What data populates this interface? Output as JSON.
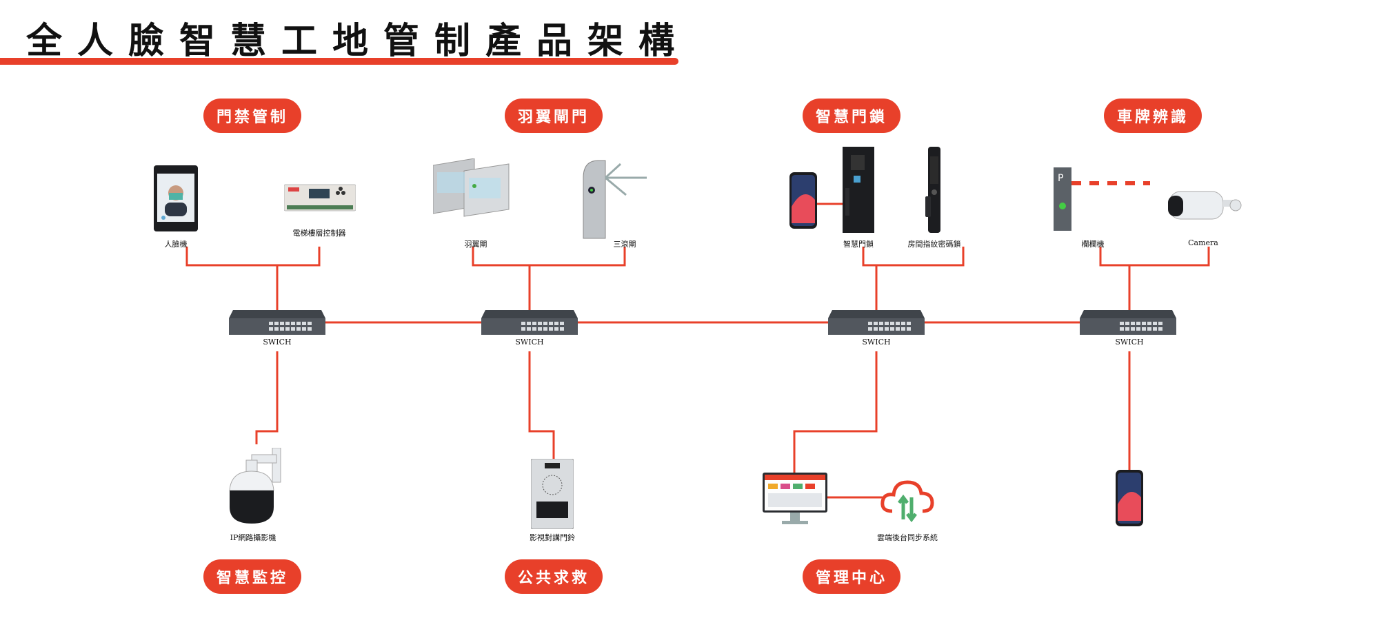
{
  "title": "全人臉智慧工地管制產品架構",
  "colors": {
    "accent": "#e8402a",
    "line": "#e8402a",
    "switch": "#4a4f55"
  },
  "categories": {
    "access": "門禁管制",
    "turnstile": "羽翼閘門",
    "smartlock": "智慧門鎖",
    "lpr": "車牌辨識",
    "surveillance": "智慧監控",
    "emergency": "公共求救",
    "management": "管理中心"
  },
  "devices": {
    "face_terminal": "人臉機",
    "elevator_controller": "電梯樓層控制器",
    "flap_gate": "羽翼閘",
    "tripod_turnstile": "三滾閘",
    "smart_door_lock": "智慧門鎖",
    "fingerprint_lock": "房間指紋密碼鎖",
    "barrier_gate": "欄欄機",
    "camera": "Camera",
    "ip_camera": "IP網路攝影機",
    "video_intercom": "影視對講門鈴",
    "cloud_sync": "雲端後台同步系統"
  },
  "switches": [
    "SWICH",
    "SWICH",
    "SWICH",
    "SWICH"
  ]
}
